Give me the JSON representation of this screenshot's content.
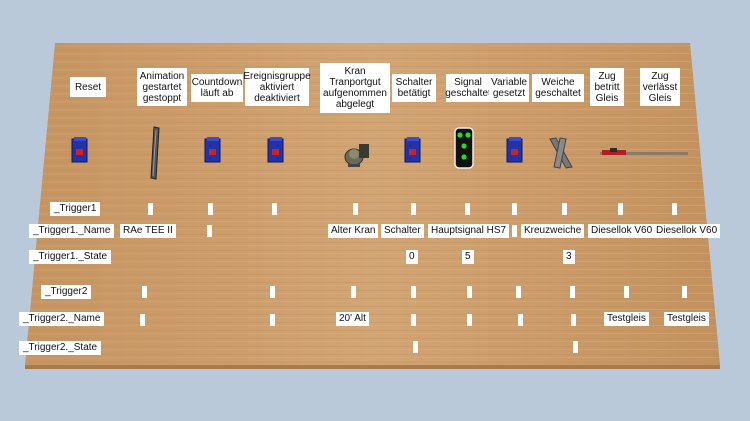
{
  "scene": {
    "column_headers": [
      "Reset",
      "Animation\ngestartet\ngestoppt",
      "Countdown\nläuft ab",
      "Ereignisgruppe\naktiviert\ndeaktiviert",
      "Kran\nTranportgut\naufgenommen\nabgelegt",
      "Schalter\nbetätigt",
      "Signal\ngeschaltet",
      "Variable\ngesetzt",
      "Weiche\ngeschaltet",
      "Zug\nbetritt\nGleis",
      "Zug\nverlässt\nGleis"
    ],
    "row_labels": [
      "_Trigger1",
      "_Trigger1._Name",
      "_Trigger1._State",
      "_Trigger2",
      "_Trigger2._Name",
      "_Trigger2._State"
    ],
    "trigger1_names": [
      "RAe TEE II",
      "Alter Kran",
      "Schalter",
      "Hauptsignal HS7",
      "Kreuzweiche",
      "Diesellok V60",
      "Diesellok V60"
    ],
    "trigger1_states": [
      "0",
      "5",
      "3"
    ],
    "trigger2_names": [
      "20' Alt",
      "Testgleis",
      "Testgleis"
    ],
    "objects": [
      "button-box-icon",
      "animation-pole-icon",
      "button-box-icon",
      "button-box-icon",
      "crane-icon",
      "button-box-icon",
      "signal-icon",
      "button-box-icon",
      "crossing-switch-icon",
      "locomotive-icon"
    ],
    "colors": {
      "sky": "#b9c9d9",
      "wood": "#c9996b",
      "box_blue": "#2233aa",
      "box_red": "#cc2222",
      "signal_green": "#22dd22"
    }
  }
}
